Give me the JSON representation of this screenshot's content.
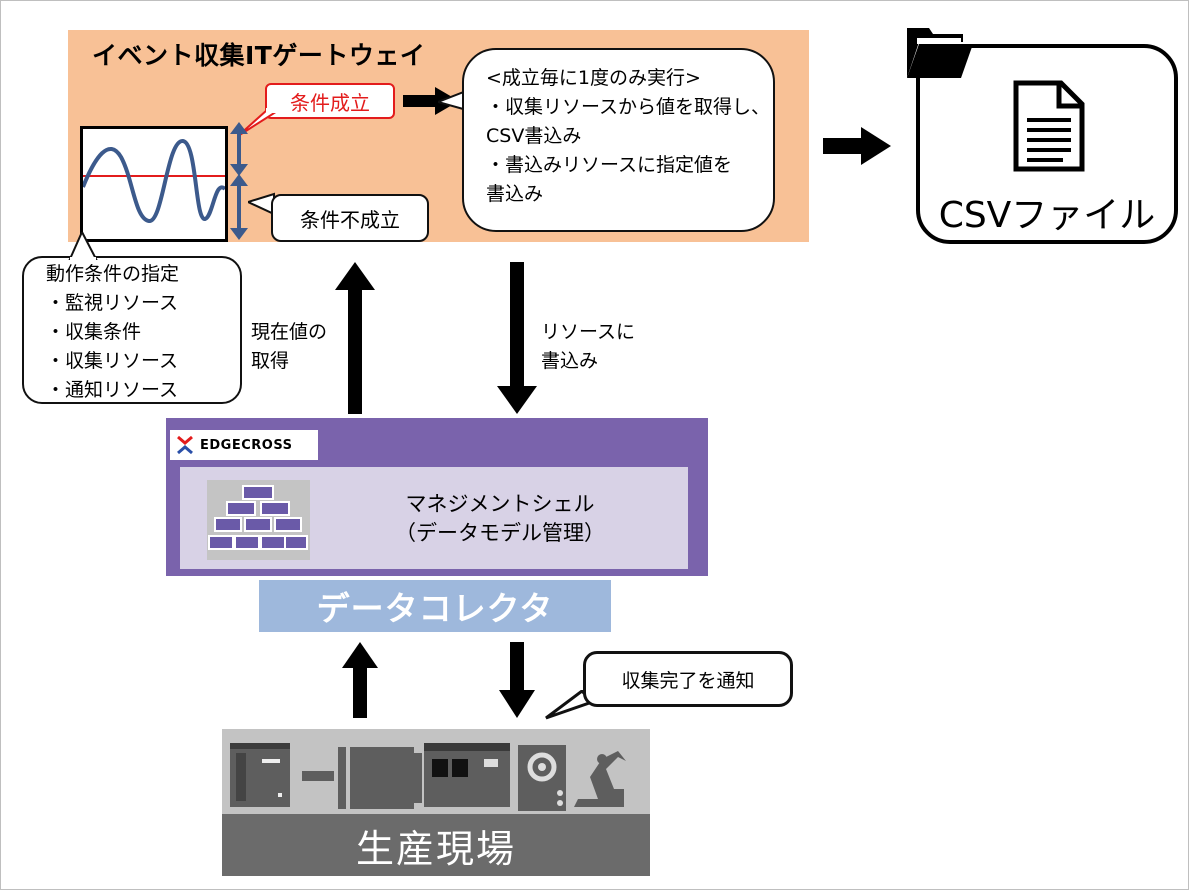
{
  "gateway": {
    "title": "イベント収集ITゲートウェイ",
    "condition_met": "条件成立",
    "condition_not_met": "条件不成立",
    "exec_lines": [
      "<成立毎に1度のみ実行>",
      "・収集リソースから値を取得し、",
      "CSV書込み",
      "・書込みリソースに指定値を",
      "書込み"
    ]
  },
  "output": {
    "file_label": "CSVファイル"
  },
  "spec": {
    "lines": [
      "動作条件の指定",
      "・監視リソース",
      "・収集条件",
      "・収集リソース",
      "・通知リソース"
    ]
  },
  "arrows": {
    "get_current_lines": [
      "現在値の",
      "取得"
    ],
    "write_resource_lines": [
      "リソースに",
      "書込み"
    ]
  },
  "edgecross": {
    "logo_text": "EDGECROSS",
    "management_shell_lines": [
      "マネジメントシェル",
      "（データモデル管理）"
    ]
  },
  "collector": {
    "label": "データコレクタ"
  },
  "notify": {
    "label": "収集完了を通知"
  },
  "field": {
    "label": "生産現場"
  },
  "colors": {
    "gateway_bg": "#f8c196",
    "edgecross_bg": "#7a63ac",
    "management_bg": "#d8d2e6",
    "collector_bg": "#9eb8dc",
    "field_bg": "#6b6b6b",
    "condition_red": "#e31c1c",
    "wave_blue": "#3c5a8c"
  }
}
